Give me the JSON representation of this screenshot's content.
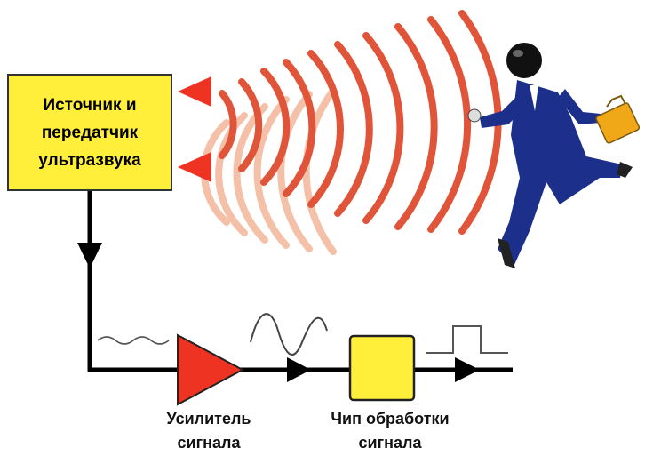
{
  "diagram": {
    "source_box": {
      "label": "Источник и\nпередатчик\nультразвука"
    },
    "amplifier": {
      "label": "Усилитель\nсигнала"
    },
    "chip": {
      "label": "Чип обработки\nсигнала"
    }
  },
  "colors": {
    "box_fill": "#ffef3a",
    "amplifier_fill": "#ee3322",
    "wave_dark": "#e0553a",
    "wave_light": "#f4c0a8",
    "suit": "#1c2f8a",
    "briefcase": "#f0a818"
  },
  "icons": {
    "person": "running-businessman-icon",
    "briefcase": "briefcase-icon"
  }
}
